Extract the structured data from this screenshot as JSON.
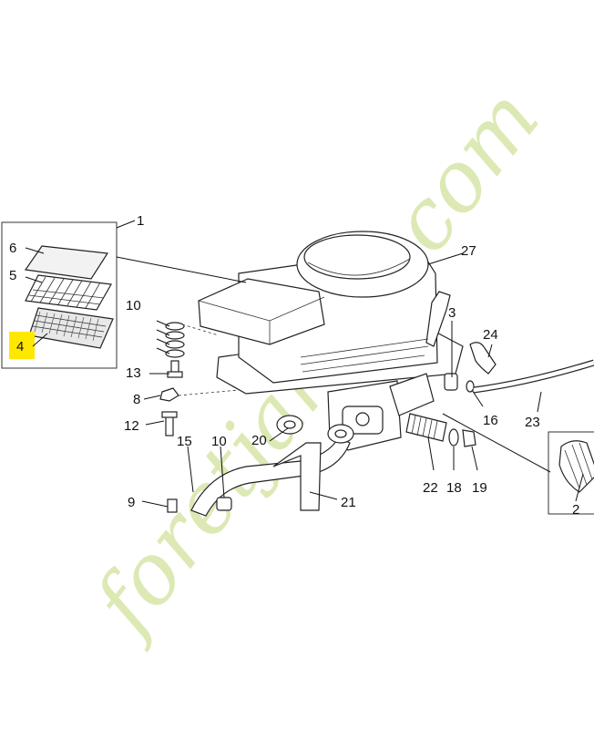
{
  "diagram": {
    "highlight_color": "#ffe800",
    "part_numbers": {
      "p1": "1",
      "p2": "2",
      "p3": "3",
      "p4": "4",
      "p5": "5",
      "p6": "6",
      "p8": "8",
      "p9": "9",
      "p10a": "10",
      "p10b": "10",
      "p12": "12",
      "p13": "13",
      "p15": "15",
      "p16": "16",
      "p18": "18",
      "p19": "19",
      "p20": "20",
      "p21": "21",
      "p22": "22",
      "p23": "23",
      "p24": "24",
      "p27": "27"
    },
    "highlighted_part": "4"
  },
  "watermark": {
    "text": "foretjardin.com",
    "color_green": "#d6e6a8",
    "color_grey": "#c9c2b8",
    "color_orange": "#f4b860"
  }
}
